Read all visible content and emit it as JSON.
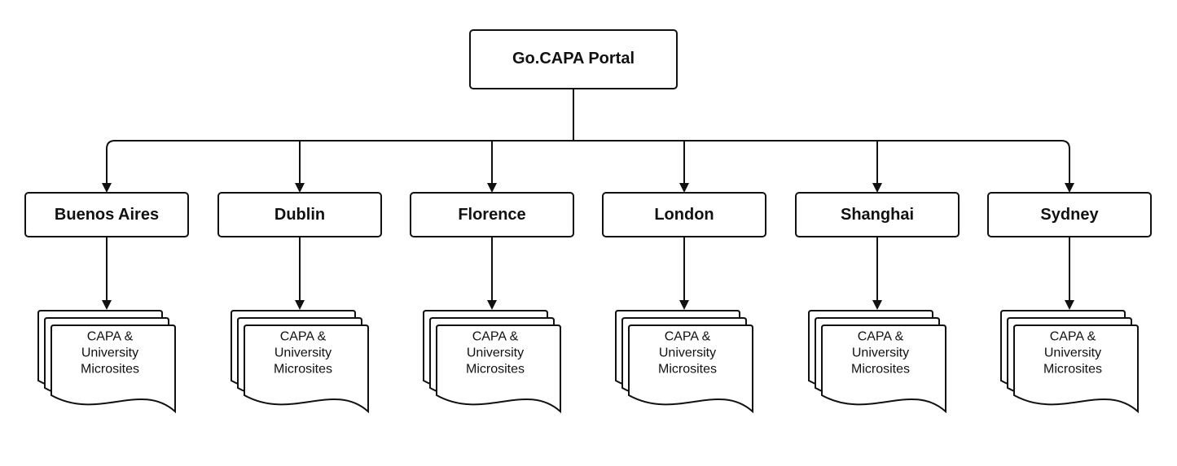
{
  "root": {
    "label": "Go.CAPA Portal"
  },
  "cities": [
    {
      "label": "Buenos Aires",
      "doc_lines": [
        "CAPA &",
        "University",
        "Microsites"
      ]
    },
    {
      "label": "Dublin",
      "doc_lines": [
        "CAPA &",
        "University",
        "Microsites"
      ]
    },
    {
      "label": "Florence",
      "doc_lines": [
        "CAPA &",
        "University",
        "Microsites"
      ]
    },
    {
      "label": "London",
      "doc_lines": [
        "CAPA &",
        "University",
        "Microsites"
      ]
    },
    {
      "label": "Shanghai",
      "doc_lines": [
        "CAPA &",
        "University",
        "Microsites"
      ]
    },
    {
      "label": "Sydney",
      "doc_lines": [
        "CAPA &",
        "University",
        "Microsites"
      ]
    }
  ]
}
